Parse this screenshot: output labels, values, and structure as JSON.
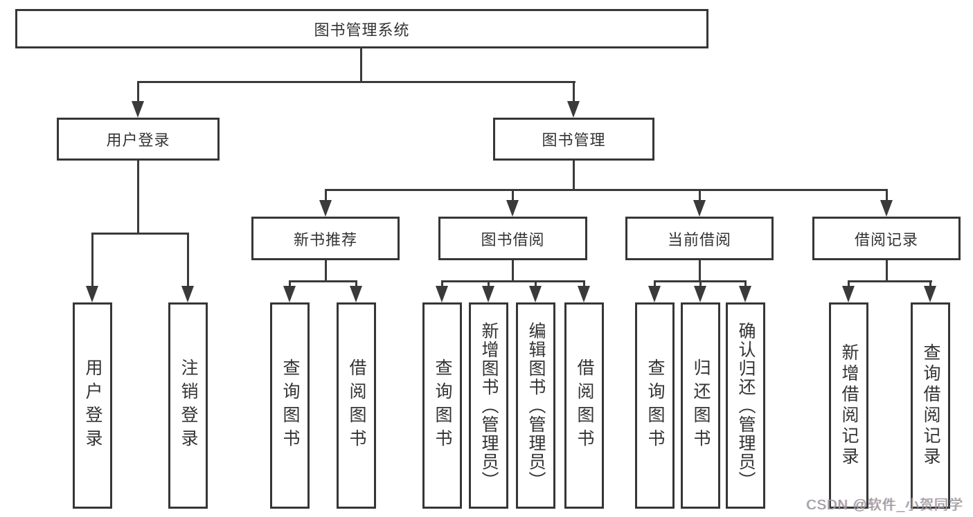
{
  "diagram": {
    "root": {
      "label": "图书管理系统"
    },
    "level1": [
      {
        "label": "用户登录"
      },
      {
        "label": "图书管理"
      }
    ],
    "level2": [
      {
        "label": "新书推荐",
        "parent": "图书管理"
      },
      {
        "label": "图书借阅",
        "parent": "图书管理"
      },
      {
        "label": "当前借阅",
        "parent": "图书管理"
      },
      {
        "label": "借阅记录",
        "parent": "图书管理"
      }
    ],
    "leaves": [
      {
        "label": "用户登录",
        "parent": "用户登录"
      },
      {
        "label": "注销登录",
        "parent": "用户登录"
      },
      {
        "label": "查询图书",
        "parent": "新书推荐"
      },
      {
        "label": "借阅图书",
        "parent": "新书推荐"
      },
      {
        "label": "查询图书",
        "parent": "图书借阅"
      },
      {
        "label": "新增图书（管理员）",
        "parent": "图书借阅"
      },
      {
        "label": "编辑图书（管理员）",
        "parent": "图书借阅"
      },
      {
        "label": "借阅图书",
        "parent": "图书借阅"
      },
      {
        "label": "查询图书",
        "parent": "当前借阅"
      },
      {
        "label": "归还图书",
        "parent": "当前借阅"
      },
      {
        "label": "确认归还（管理员）",
        "parent": "当前借阅"
      },
      {
        "label": "新增借阅记录",
        "parent": "借阅记录"
      },
      {
        "label": "查询借阅记录",
        "parent": "借阅记录"
      }
    ],
    "watermark": "CSDN @软件_小贺同学",
    "colors": {
      "line": "#3a3a3a",
      "border": "#363636",
      "text": "#333333",
      "watermark": "#9c9c9c"
    }
  }
}
